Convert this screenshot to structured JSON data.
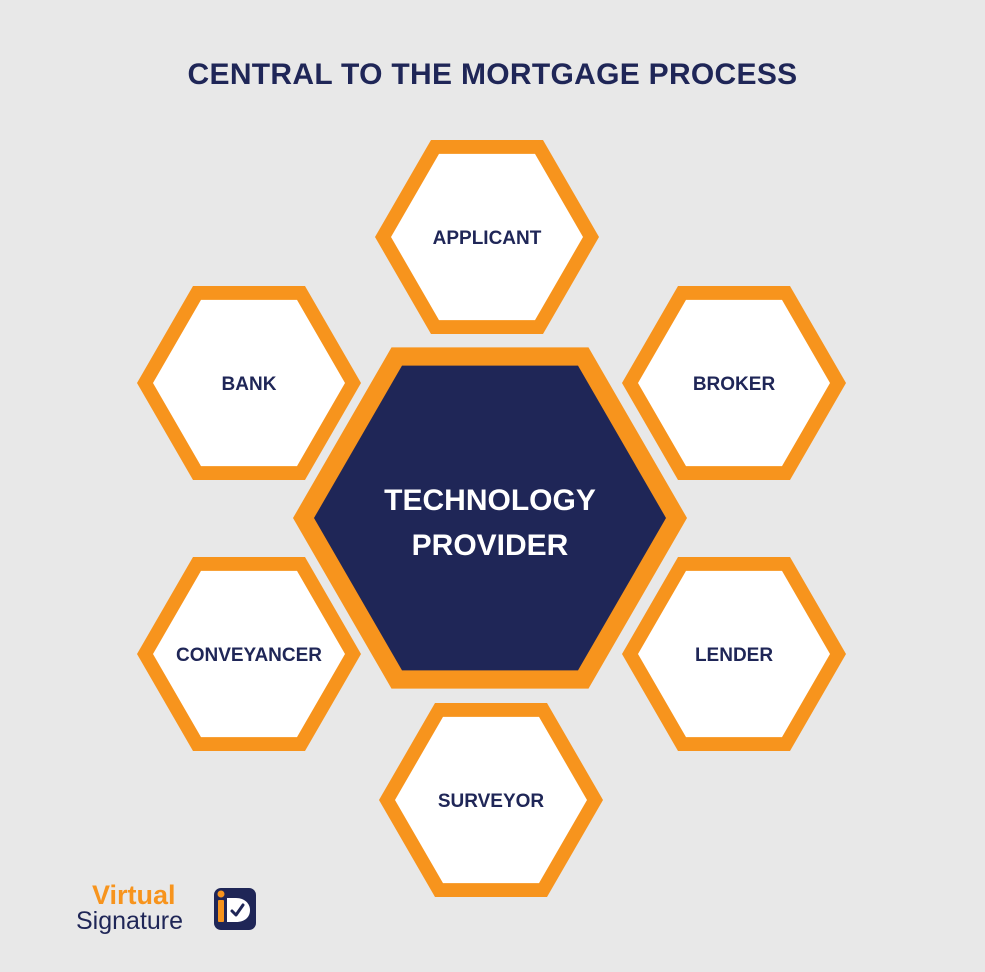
{
  "title": "CENTRAL TO THE MORTGAGE PROCESS",
  "center": {
    "lines": [
      "TECHNOLOGY",
      "PROVIDER"
    ]
  },
  "nodes": [
    {
      "id": "applicant",
      "label": "APPLICANT"
    },
    {
      "id": "bank",
      "label": "BANK"
    },
    {
      "id": "broker",
      "label": "BROKER"
    },
    {
      "id": "conveyancer",
      "label": "CONVEYANCER"
    },
    {
      "id": "lender",
      "label": "LENDER"
    },
    {
      "id": "surveyor",
      "label": "SURVEYOR"
    }
  ],
  "logo": {
    "word1": "Virtual",
    "word2": "Signature",
    "mark_text": "iD"
  },
  "colors": {
    "background": "#e8e8e8",
    "navy": "#1f2657",
    "orange": "#f7941d",
    "white": "#ffffff"
  }
}
